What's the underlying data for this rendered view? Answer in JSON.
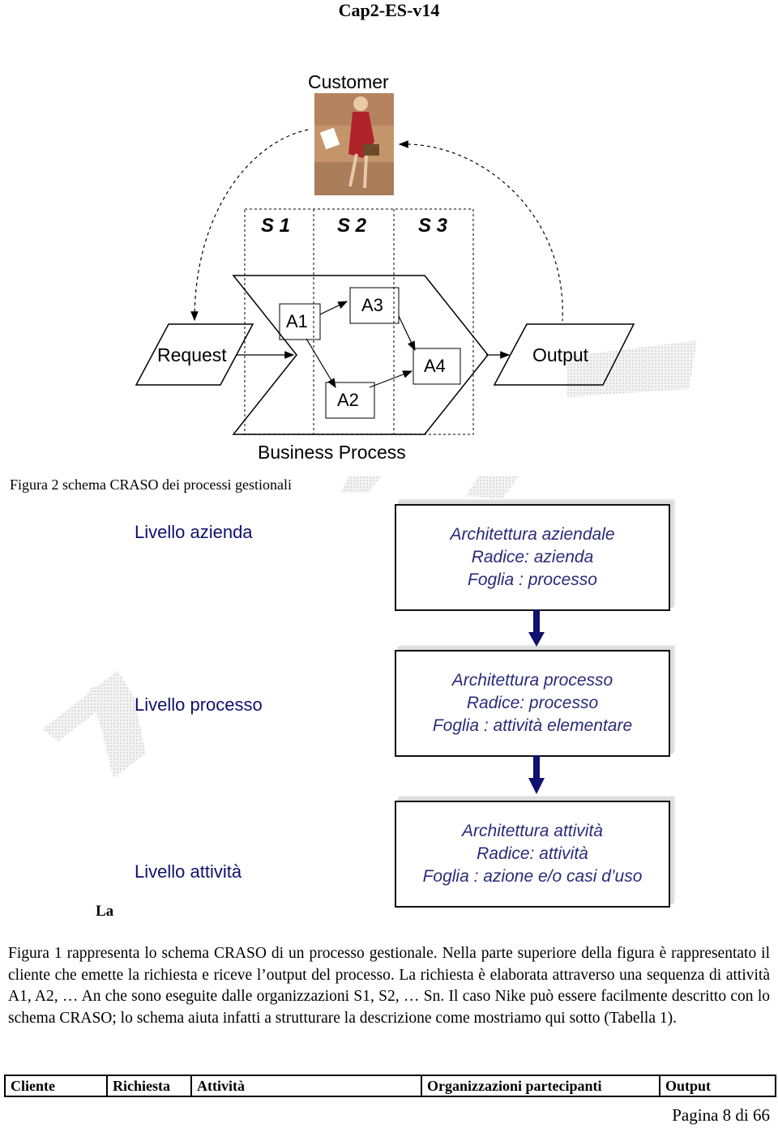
{
  "header": {
    "title": "Cap2-ES-v14"
  },
  "diagram": {
    "customer_label": "Customer",
    "swimlanes": [
      "S 1",
      "S 2",
      "S 3"
    ],
    "activities": {
      "a1": "A1",
      "a2": "A2",
      "a3": "A3",
      "a4": "A4"
    },
    "request_label": "Request",
    "output_label": "Output",
    "process_label": "Business Process"
  },
  "caption": "Figura 2 schema CRASO dei processi gestionali",
  "levels": [
    {
      "label": "Livello azienda",
      "lines": [
        "Architettura aziendale",
        "Radice: azienda",
        "Foglia : processo"
      ]
    },
    {
      "label": "Livello processo",
      "lines": [
        "Architettura processo",
        "Radice: processo",
        "Foglia : attività elementare"
      ]
    },
    {
      "label": "Livello attività",
      "lines": [
        "Architettura attività",
        "Radice: attività",
        "Foglia : azione e/o casi d’uso"
      ]
    }
  ],
  "la_fragment": "La",
  "paragraph": "Figura 1 rappresenta lo schema CRASO di un processo gestionale. Nella parte superiore della figura è rappresentato il cliente che emette la richiesta e riceve l’output del processo. La richiesta è elaborata attraverso una sequenza di attività A1, A2, … An che sono eseguite dalle organizzazioni S1, S2, … Sn. Il caso Nike può essere facilmente descritto con lo schema CRASO; lo schema aiuta infatti a strutturare la descrizione come mostriamo qui sotto (Tabella 1).",
  "table": {
    "headers": [
      "Cliente",
      "Richiesta",
      "Attività",
      "Organizzazioni  partecipanti",
      "Output"
    ]
  },
  "footer": {
    "page": "Pagina 8 di 66"
  },
  "colors": {
    "level_text": "#10106e",
    "arrow": "#10106e",
    "arch_text": "#2a2a7a"
  }
}
